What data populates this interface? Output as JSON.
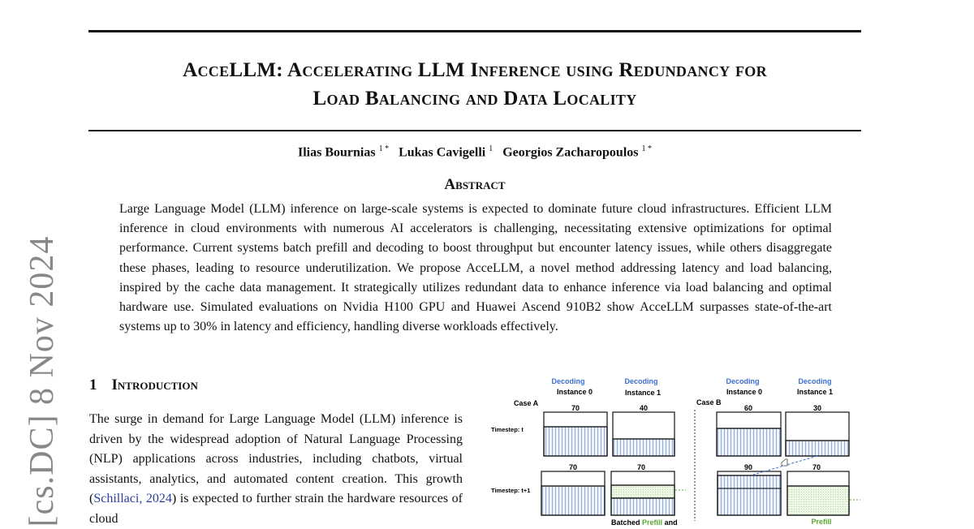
{
  "arxiv_stamp": "[cs.DC]  8 Nov 2024",
  "title_line1": "AcceLLM: Accelerating LLM Inference using Redundancy for",
  "title_line2": "Load Balancing and Data Locality",
  "authors": [
    {
      "name": "Ilias Bournias",
      "sup": "1 *"
    },
    {
      "name": "Lukas Cavigelli",
      "sup": "1"
    },
    {
      "name": "Georgios Zacharopoulos",
      "sup": "1 *"
    }
  ],
  "abstract_heading": "Abstract",
  "abstract": "Large Language Model (LLM) inference on large-scale systems is expected to dominate future cloud infrastructures. Efficient LLM inference in cloud environments with numerous AI accelerators is challenging, necessitating extensive optimizations for optimal performance. Current systems batch prefill and decoding to boost throughput but encounter latency issues, while others disaggregate these phases, leading to resource underutilization. We propose AcceLLM, a novel method addressing latency and load balancing, inspired by the cache data management. It strategically utilizes redundant data to enhance inference via load balancing and optimal hardware use. Simulated evaluations on Nvidia H100 GPU and Huawei Ascend 910B2 show AcceLLM surpasses state-of-the-art systems up to 30% in latency and efficiency, handling diverse workloads effectively.",
  "section_number": "1",
  "section_title": "Introduction",
  "intro_pre": "The surge in demand for Large Language Model (LLM) inference is driven by the widespread adoption of Natural Language Processing (NLP) applications across industries, including chatbots, virtual assistants, analytics, and automated content creation.  This growth (",
  "intro_cite": "Schillaci, 2024",
  "intro_post": ") is expected to further strain the hardware resources of cloud",
  "figure": {
    "decoding": "Decoding",
    "instance0": "Instance 0",
    "instance1": "Instance 1",
    "case_a": "Case A",
    "case_b": "Case B",
    "timestep_t": "Timestep: t",
    "timestep_t1": "Timestep: t+1",
    "a_t": [
      "70",
      "40"
    ],
    "a_t1": [
      "70",
      "70"
    ],
    "b_t": [
      "60",
      "30"
    ],
    "b_t1": [
      "90",
      "70"
    ],
    "batched": "Batched",
    "prefill": "Prefill",
    "and": "and",
    "blue": "#3b6fd1",
    "green": "#5aa832"
  }
}
